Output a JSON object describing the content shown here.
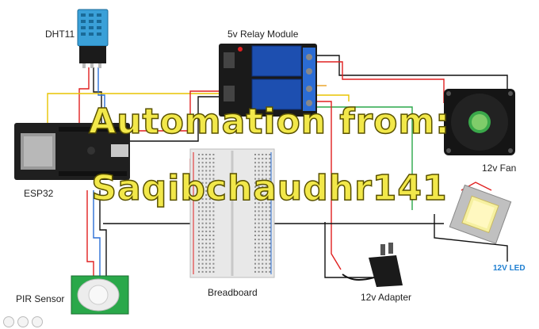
{
  "labels": {
    "dht11": "DHT11",
    "relay": "5v Relay Module",
    "esp32": "ESP32",
    "fan": "12v Fan",
    "pir": "PIR Sensor",
    "breadboard": "Breadboard",
    "adapter": "12v Adapter",
    "led": "12V LED"
  },
  "watermark": {
    "line1": "Automation from:",
    "line2": "Saqibchaudhr141"
  },
  "colors": {
    "wire_red": "#e02020",
    "wire_black": "#111111",
    "wire_yellow": "#e8c400",
    "wire_green": "#2aa84a",
    "wire_blue": "#2c6fd6",
    "relay_blue": "#1d4fb0",
    "led_label": "#1f7fd1",
    "watermark_fill": "#f2e84a"
  },
  "icons": [
    "zoom-icon",
    "share-icon",
    "info-icon"
  ]
}
